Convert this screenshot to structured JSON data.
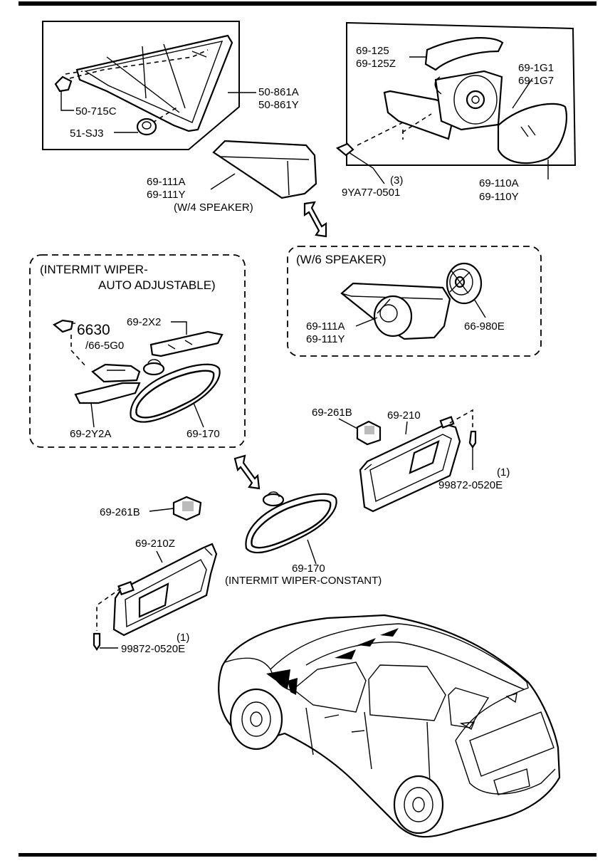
{
  "labels": {
    "p50_715c": "50-715C",
    "p51_sj3": "51-SJ3",
    "p50_861a": "50-861A",
    "p50_861y": "50-861Y",
    "p69_125": "69-125",
    "p69_125z": "69-125Z",
    "p69_1g1": "69-1G1",
    "p69_1g7": "69-1G7",
    "p69_111a_top": "69-111A",
    "p69_111y_top": "69-111Y",
    "w4_speaker": "(W/4 SPEAKER)",
    "qty3": "(3)",
    "p9ya77": "9YA77-0501",
    "p69_110a": "69-110A",
    "p69_110y": "69-110Y",
    "intermit_auto_1": "(INTERMIT WIPER-",
    "intermit_auto_2": "AUTO ADJUSTABLE)",
    "p6630": "6630",
    "p66_5g0": "/66-5G0",
    "p69_2x2": "69-2X2",
    "p69_2y2a": "69-2Y2A",
    "p69_170_auto": "69-170",
    "w6_speaker": "(W/6 SPEAKER)",
    "p69_111a_w6": "69-111A",
    "p69_111y_w6": "69-111Y",
    "p66_980e": "66-980E",
    "p69_261b_right": "69-261B",
    "p69_210": "69-210",
    "qty1_right": "(1)",
    "p99872_right": "99872-0520E",
    "p69_261b_left": "69-261B",
    "p69_210z": "69-210Z",
    "p69_170_const": "69-170",
    "intermit_const": "(INTERMIT WIPER-CONSTANT)",
    "qty1_left": "(1)",
    "p99872_left": "99872-0520E"
  },
  "icons": [
    "hand-pointer-icon",
    "double-arrow-icon"
  ]
}
